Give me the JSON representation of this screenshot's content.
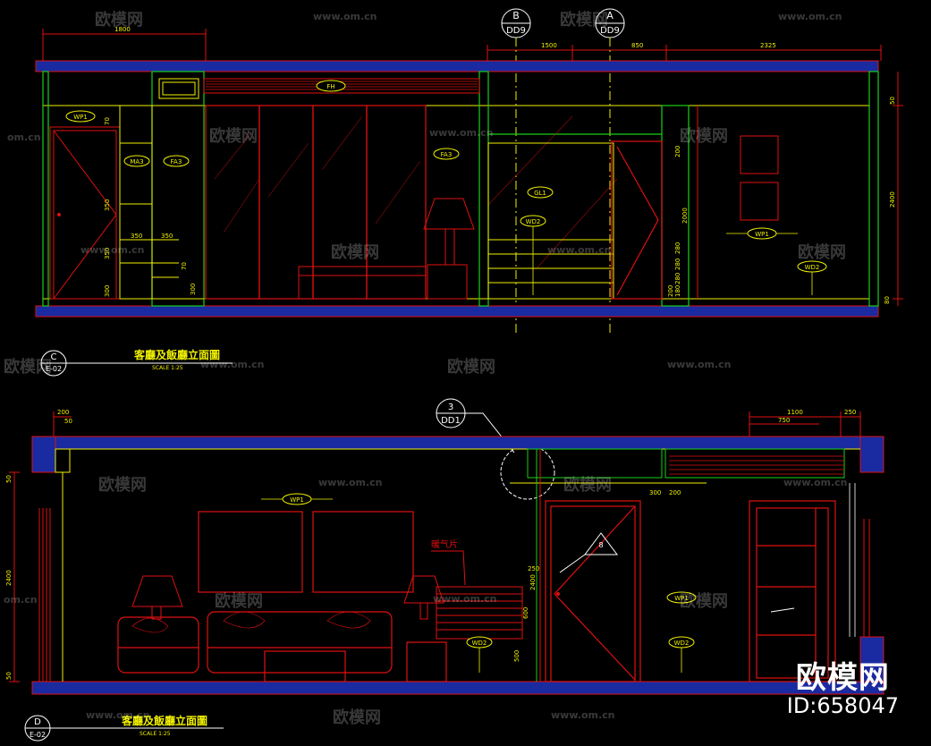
{
  "watermark": {
    "brand": "欧模网",
    "site": "www.om.cn",
    "site_short": "om.cn",
    "id_text": "ID:658047"
  },
  "elevation_top": {
    "title": "客廳及飯廳立面圖",
    "scale": "SCALE 1:25",
    "view_mark": "C",
    "view_sheet": "E-02",
    "section_marks": [
      {
        "letter": "B",
        "sheet": "DD9"
      },
      {
        "letter": "A",
        "sheet": "DD9"
      }
    ],
    "dims_top": [
      "1800",
      "1500",
      "850",
      "2325"
    ],
    "dims_right": [
      "50",
      "2400",
      "80"
    ],
    "dims_misc": [
      "200",
      "2000",
      "280",
      "280",
      "280",
      "180",
      "200"
    ],
    "dims_shelf": [
      "350",
      "350",
      "70",
      "300",
      "70",
      "300",
      "350",
      "350"
    ],
    "tags": [
      "WP1",
      "MA3",
      "FA3",
      "FA3",
      "GL1",
      "WD2",
      "WP1",
      "WD2",
      "FH"
    ]
  },
  "elevation_bottom": {
    "title": "客廳及飯廳立面圖",
    "scale": "SCALE 1:25",
    "view_mark": "D",
    "view_sheet": "E-02",
    "callout": {
      "number": "3",
      "sheet": "DD1"
    },
    "dims_top_left": [
      "200",
      "50"
    ],
    "dims_top_right": [
      "1100",
      "250",
      "750"
    ],
    "dims_left": [
      "50",
      "2400",
      "50"
    ],
    "dims_misc": [
      "300",
      "200",
      "250",
      "2400",
      "600",
      "500"
    ],
    "door_mark": "8",
    "tags": [
      "WP1",
      "WD2",
      "WP1",
      "WD2"
    ],
    "radiator_label": "暖气片"
  },
  "colors": {
    "background": "#000000",
    "frame_blue": "#1a2aa0",
    "red": "#e01010",
    "green": "#18d018",
    "yellow": "#f0f000",
    "white": "#ffffff",
    "cyan": "#00e0e0"
  }
}
